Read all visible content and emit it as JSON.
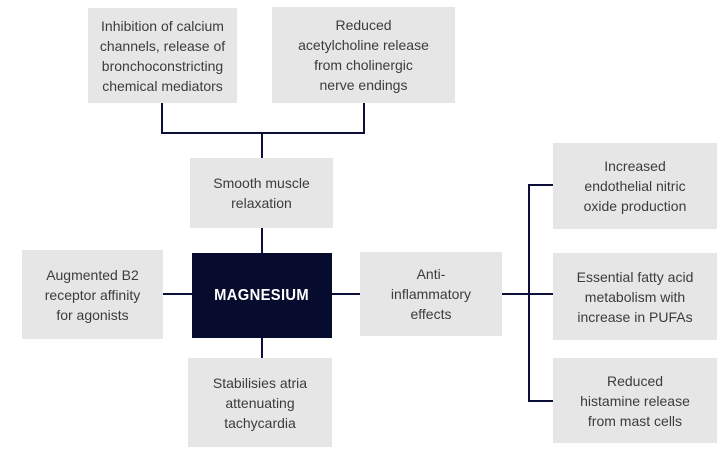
{
  "diagram": {
    "center": {
      "label": "MAGNESIUM"
    },
    "nodes": {
      "calcium": {
        "label": "Inhibition of calcium\nchannels, release of\nbronchoconstricting\nchemical mediators"
      },
      "acetylcholine": {
        "label": "Reduced\nacetylcholine release\nfrom cholinergic\nnerve endings"
      },
      "smooth_muscle": {
        "label": "Smooth muscle\nrelaxation"
      },
      "b2_receptor": {
        "label": "Augmented B2\nreceptor affinity\nfor agonists"
      },
      "anti_inflammatory": {
        "label": "Anti-\ninflammatory\neffects"
      },
      "stabilises_atria": {
        "label": "Stabilisies atria\nattenuating\ntachycardia"
      },
      "nitric_oxide": {
        "label": "Increased\nendothelial nitric\noxide production"
      },
      "fatty_acid": {
        "label": "Essential fatty acid\nmetabolism with\nincrease in PUFAs"
      },
      "histamine": {
        "label": "Reduced\nhistamine release\nfrom mast cells"
      }
    },
    "colors": {
      "node_background": "#e6e6e6",
      "node_text": "#3c3c3c",
      "center_background": "#070c2f",
      "center_text": "#ffffff",
      "connector": "#0c1038"
    }
  }
}
